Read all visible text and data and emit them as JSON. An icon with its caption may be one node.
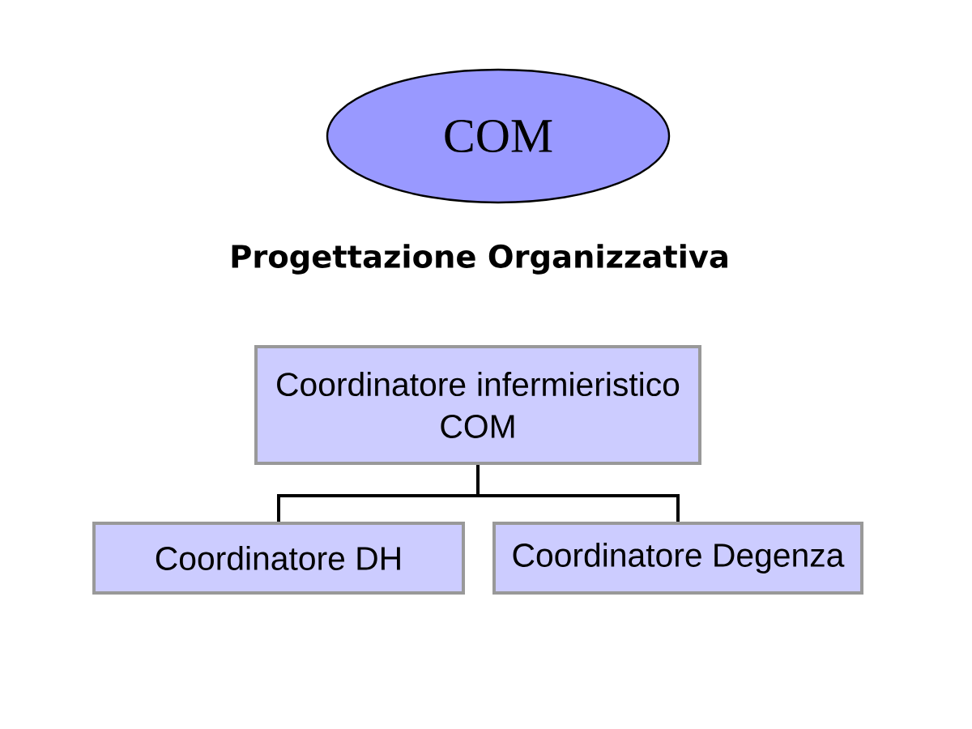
{
  "diagram": {
    "title": "Progettazione Organizzativa",
    "nodes": [
      {
        "text": [
          "COM"
        ]
      },
      {
        "text": [
          "Coordinatore infermieristico COM"
        ]
      },
      {
        "text": [
          "Coordinatore DH"
        ]
      },
      {
        "text": [
          "Coordinatore Degenza"
        ]
      }
    ],
    "edges": [
      {
        "from": 1,
        "to": 2,
        "arrow": "none"
      },
      {
        "from": 1,
        "to": 3,
        "arrow": "none"
      }
    ]
  }
}
